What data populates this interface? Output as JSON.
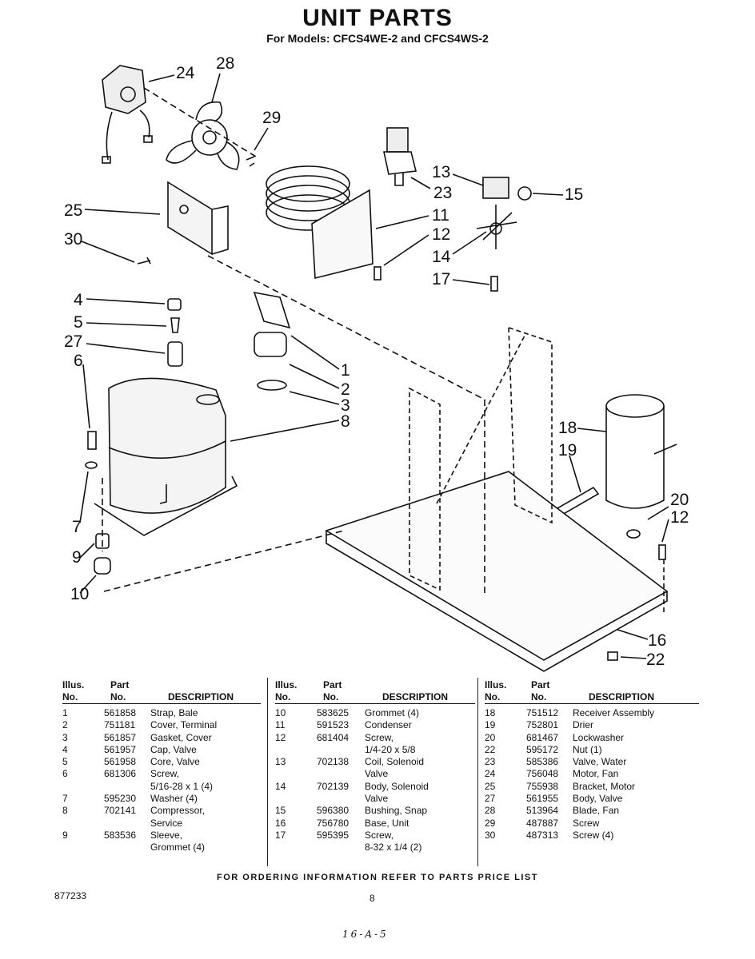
{
  "header": {
    "title": "UNIT PARTS",
    "subtitle": "For Models: CFCS4WE-2 and CFCS4WS-2"
  },
  "callouts": [
    "24",
    "28",
    "29",
    "25",
    "30",
    "13",
    "23",
    "15",
    "11",
    "12",
    "14",
    "17",
    "4",
    "5",
    "27",
    "6",
    "1",
    "2",
    "3",
    "8",
    "18",
    "19",
    "20",
    "12",
    "7",
    "9",
    "10",
    "16",
    "22"
  ],
  "table_headers": {
    "illus": "Illus.",
    "no": "No.",
    "part": "Part",
    "description": "DESCRIPTION"
  },
  "columns": [
    {
      "rows": [
        {
          "illus": "1",
          "part": "561858",
          "desc": "Strap, Bale"
        },
        {
          "illus": "2",
          "part": "751181",
          "desc": "Cover, Terminal"
        },
        {
          "illus": "3",
          "part": "561857",
          "desc": "Gasket, Cover"
        },
        {
          "illus": "4",
          "part": "561957",
          "desc": "Cap, Valve"
        },
        {
          "illus": "5",
          "part": "561958",
          "desc": "Core, Valve"
        },
        {
          "illus": "6",
          "part": "681306",
          "desc": "Screw,"
        },
        {
          "illus": "",
          "part": "",
          "desc": "5/16-28 x 1 (4)"
        },
        {
          "illus": "7",
          "part": "595230",
          "desc": "Washer (4)"
        },
        {
          "illus": "8",
          "part": "702141",
          "desc": "Compressor,"
        },
        {
          "illus": "",
          "part": "",
          "desc": "Service"
        },
        {
          "illus": "9",
          "part": "583536",
          "desc": "Sleeve,"
        },
        {
          "illus": "",
          "part": "",
          "desc": "Grommet (4)"
        }
      ]
    },
    {
      "rows": [
        {
          "illus": "10",
          "part": "583625",
          "desc": "Grommet (4)"
        },
        {
          "illus": "11",
          "part": "591523",
          "desc": "Condenser"
        },
        {
          "illus": "12",
          "part": "681404",
          "desc": "Screw,"
        },
        {
          "illus": "",
          "part": "",
          "desc": "1/4-20 x 5/8"
        },
        {
          "illus": "13",
          "part": "702138",
          "desc": "Coil, Solenoid"
        },
        {
          "illus": "",
          "part": "",
          "desc": "Valve"
        },
        {
          "illus": "14",
          "part": "702139",
          "desc": "Body, Solenoid"
        },
        {
          "illus": "",
          "part": "",
          "desc": "Valve"
        },
        {
          "illus": "15",
          "part": "596380",
          "desc": "Bushing, Snap"
        },
        {
          "illus": "16",
          "part": "756780",
          "desc": "Base, Unit"
        },
        {
          "illus": "17",
          "part": "595395",
          "desc": "Screw,"
        },
        {
          "illus": "",
          "part": "",
          "desc": "8-32 x 1/4 (2)"
        }
      ]
    },
    {
      "rows": [
        {
          "illus": "18",
          "part": "751512",
          "desc": "Receiver Assembly"
        },
        {
          "illus": "19",
          "part": "752801",
          "desc": "Drier"
        },
        {
          "illus": "20",
          "part": "681467",
          "desc": "Lockwasher"
        },
        {
          "illus": "22",
          "part": "595172",
          "desc": "Nut (1)"
        },
        {
          "illus": "23",
          "part": "585386",
          "desc": "Valve, Water"
        },
        {
          "illus": "24",
          "part": "756048",
          "desc": "Motor, Fan"
        },
        {
          "illus": "25",
          "part": "755938",
          "desc": "Bracket, Motor"
        },
        {
          "illus": "27",
          "part": "561955",
          "desc": "Body, Valve"
        },
        {
          "illus": "28",
          "part": "513964",
          "desc": "Blade, Fan"
        },
        {
          "illus": "29",
          "part": "487887",
          "desc": "Screw"
        },
        {
          "illus": "30",
          "part": "487313",
          "desc": "Screw (4)"
        }
      ]
    }
  ],
  "footer": {
    "ordering": "FOR ORDERING INFORMATION REFER TO PARTS PRICE LIST",
    "doc_number": "877233",
    "page": "8",
    "handwritten": "16-A-5"
  }
}
